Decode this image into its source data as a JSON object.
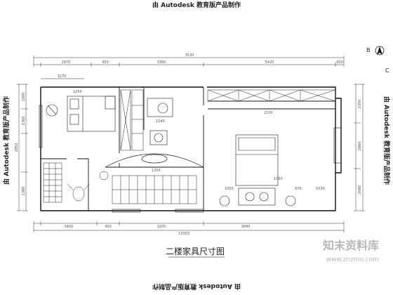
{
  "watermark": "由 Autodesk 教育版产品制作",
  "title": "二楼家具尺寸图",
  "brand": {
    "name": "知末资料库",
    "url": "www.znzmo.com"
  },
  "compass": {
    "labels": [
      "B",
      "C"
    ]
  },
  "dimensions": {
    "top_total": "3530",
    "top": [
      "2970",
      "450",
      "3360",
      "5420",
      "600"
    ],
    "inner_top": [
      "1270"
    ],
    "bottom_total": "13303",
    "bottom": [
      "3400",
      "450",
      "3205",
      "3890"
    ],
    "left": [
      "2000",
      "2360",
      "2850",
      "1380"
    ],
    "right": [
      "3350",
      "2860",
      "2080"
    ],
    "plan": [
      "1250",
      "1240",
      "1050",
      "970",
      "1050",
      "1030",
      "2100",
      "1350"
    ]
  }
}
